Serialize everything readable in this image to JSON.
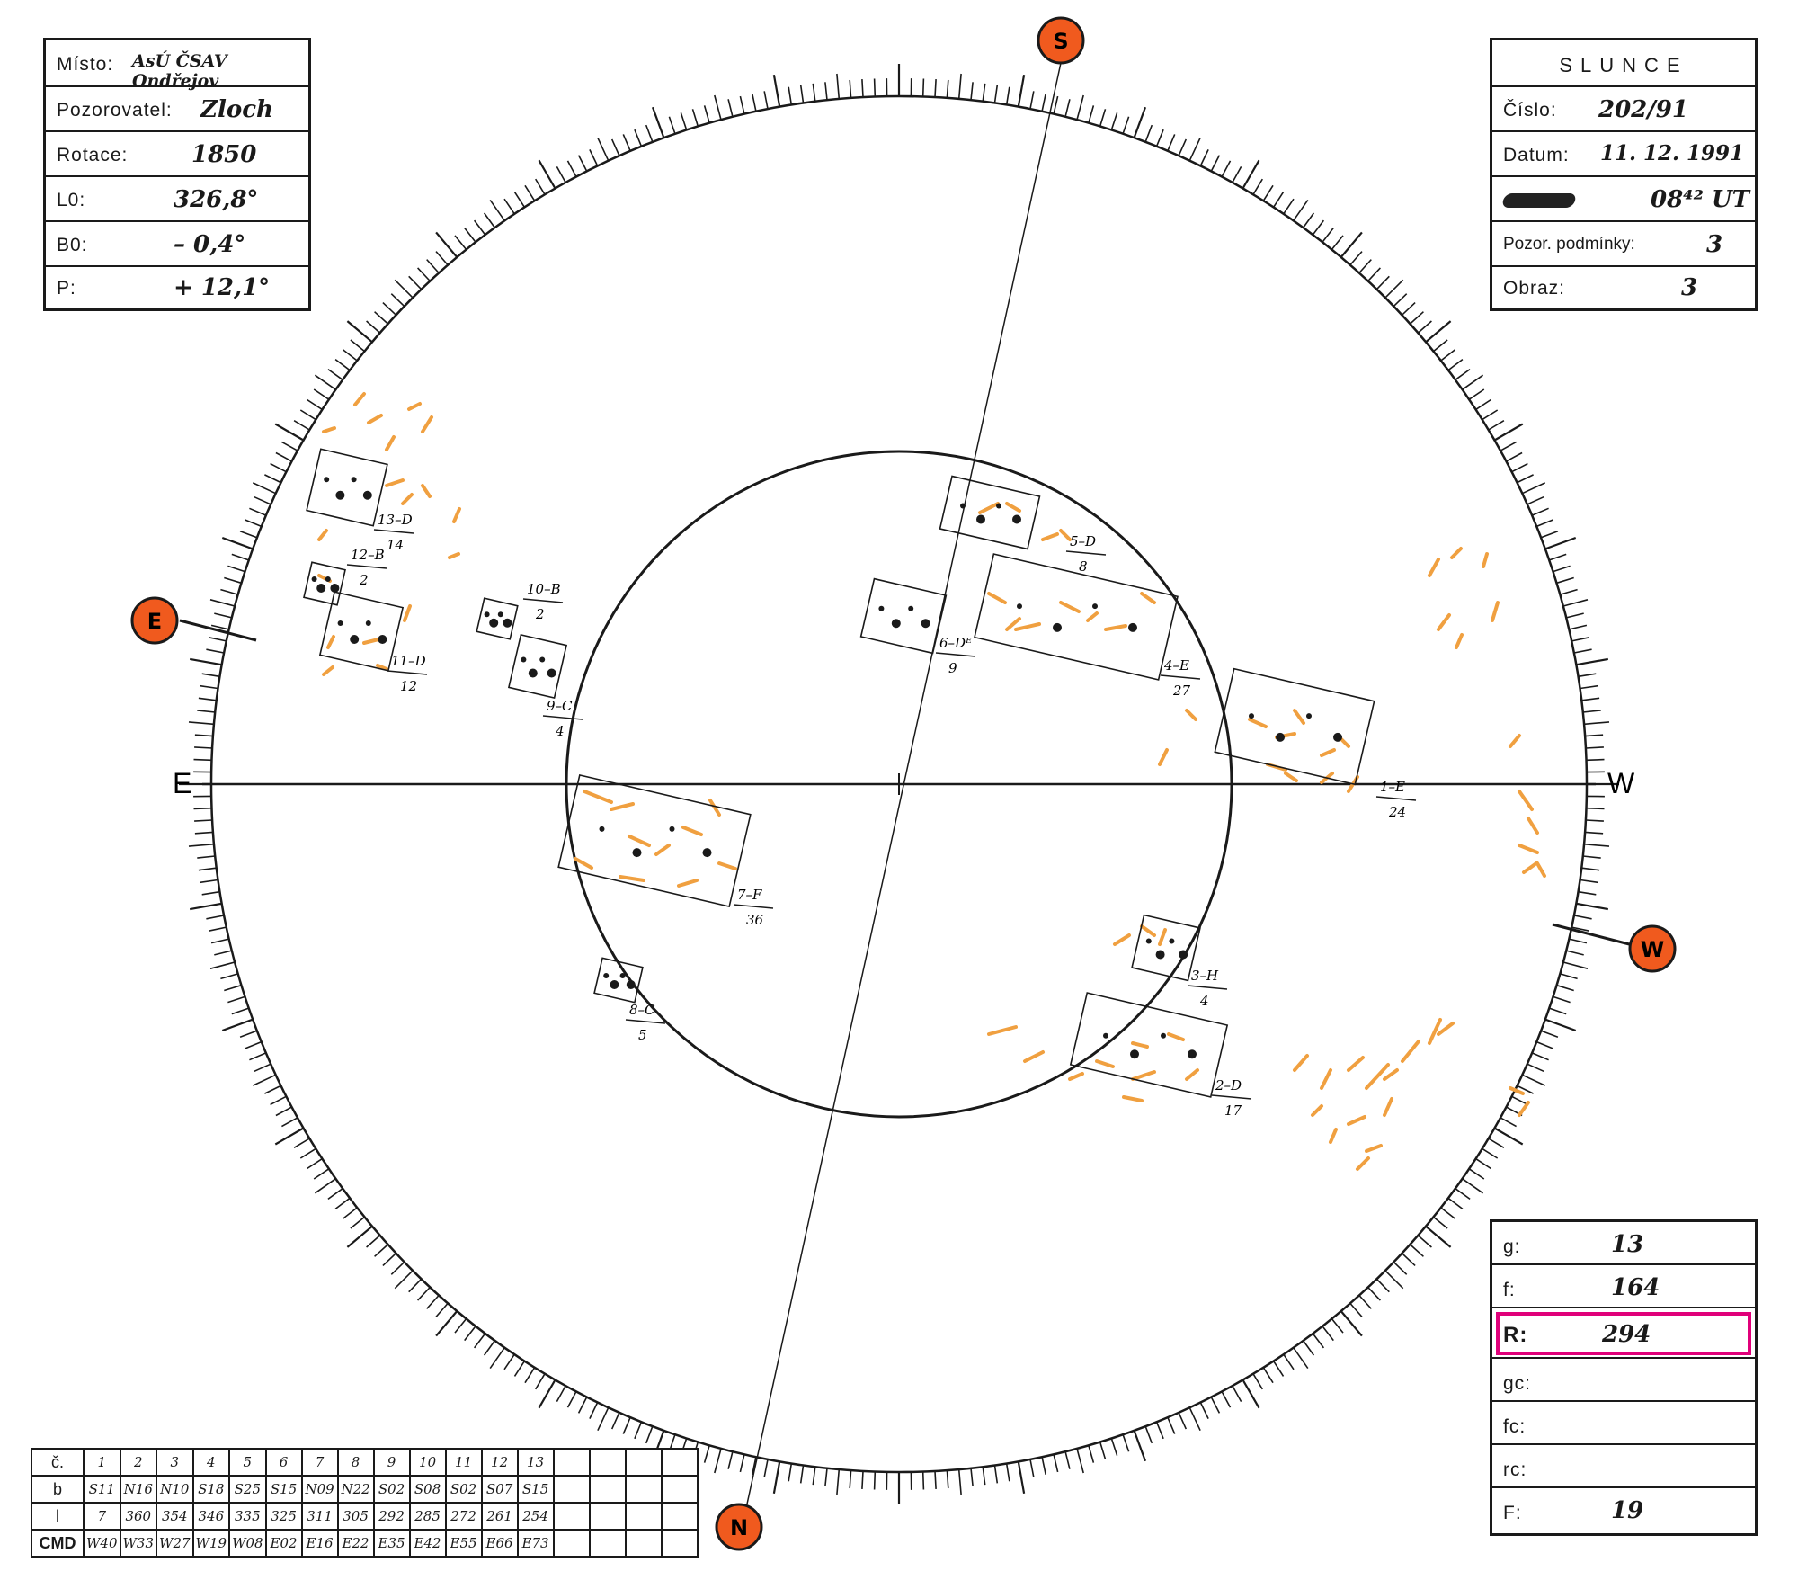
{
  "info_box": {
    "misto_label": "Místo:",
    "misto_value": "AsÚ ČSAV Ondřejov",
    "pozorovatel_label": "Pozorovatel:",
    "pozorovatel_value": "Zloch",
    "rotace_label": "Rotace:",
    "rotace_value": "1850",
    "l0_label": "L0:",
    "l0_value": "326,8°",
    "b0_label": "B0:",
    "b0_value": "– 0,4°",
    "p_label": "P:",
    "p_value": "+ 12,1°"
  },
  "slunce_box": {
    "title": "SLUNCE",
    "cislo_label": "Číslo:",
    "cislo_value": "202/91",
    "datum_label": "Datum:",
    "datum_value": "11. 12. 1991",
    "time_value": "08⁴² UT",
    "podminky_label": "Pozor. podmínky:",
    "podminky_value": "3",
    "obraz_label": "Obraz:",
    "obraz_value": "3"
  },
  "stats_box": {
    "g_label": "g:",
    "g_value": "13",
    "f_label": "f:",
    "f_value": "164",
    "r_label": "R:",
    "r_value": "294",
    "gc_label": "gc:",
    "gc_value": "",
    "fc_label": "fc:",
    "fc_value": "",
    "rc_label": "rc:",
    "rc_value": "",
    "F_label": "F:",
    "F_value": "19",
    "highlight_color": "#e0007a"
  },
  "compass": {
    "E": "E",
    "W": "W",
    "S_badge": "S",
    "N_badge": "N",
    "E_badge": "E",
    "W_badge": "W",
    "badge_color": "#f05a1e"
  },
  "groups": [
    {
      "label": "1–E",
      "count": "24"
    },
    {
      "label": "2–D",
      "count": "17"
    },
    {
      "label": "3–H",
      "count": "4"
    },
    {
      "label": "4–E",
      "count": "27"
    },
    {
      "label": "5–D",
      "count": "8"
    },
    {
      "label": "6–Dᴱ",
      "count": "9"
    },
    {
      "label": "7–F",
      "count": "36"
    },
    {
      "label": "8–C",
      "count": "5"
    },
    {
      "label": "9–C",
      "count": "4"
    },
    {
      "label": "10–B",
      "count": "2"
    },
    {
      "label": "11–D",
      "count": "12"
    },
    {
      "label": "12–B",
      "count": "2"
    },
    {
      "label": "13–D",
      "count": "14"
    }
  ],
  "cmd_table": {
    "row_labels": [
      "č.",
      "b",
      "l",
      "CMD"
    ],
    "numbers": [
      "1",
      "2",
      "3",
      "4",
      "5",
      "6",
      "7",
      "8",
      "9",
      "10",
      "11",
      "12",
      "13"
    ],
    "b": [
      "S11",
      "N16",
      "N10",
      "S18",
      "S25",
      "S15",
      "N09",
      "N22",
      "S02",
      "S08",
      "S02",
      "S07",
      "S15"
    ],
    "l": [
      "7",
      "360",
      "354",
      "346",
      "335",
      "325",
      "311",
      "305",
      "292",
      "285",
      "272",
      "261",
      "254"
    ],
    "cmd": [
      "W40",
      "W33",
      "W27",
      "W19",
      "W08",
      "E02",
      "E16",
      "E22",
      "E35",
      "E42",
      "E55",
      "E66",
      "E73"
    ]
  },
  "facula_color": "#f0a040"
}
